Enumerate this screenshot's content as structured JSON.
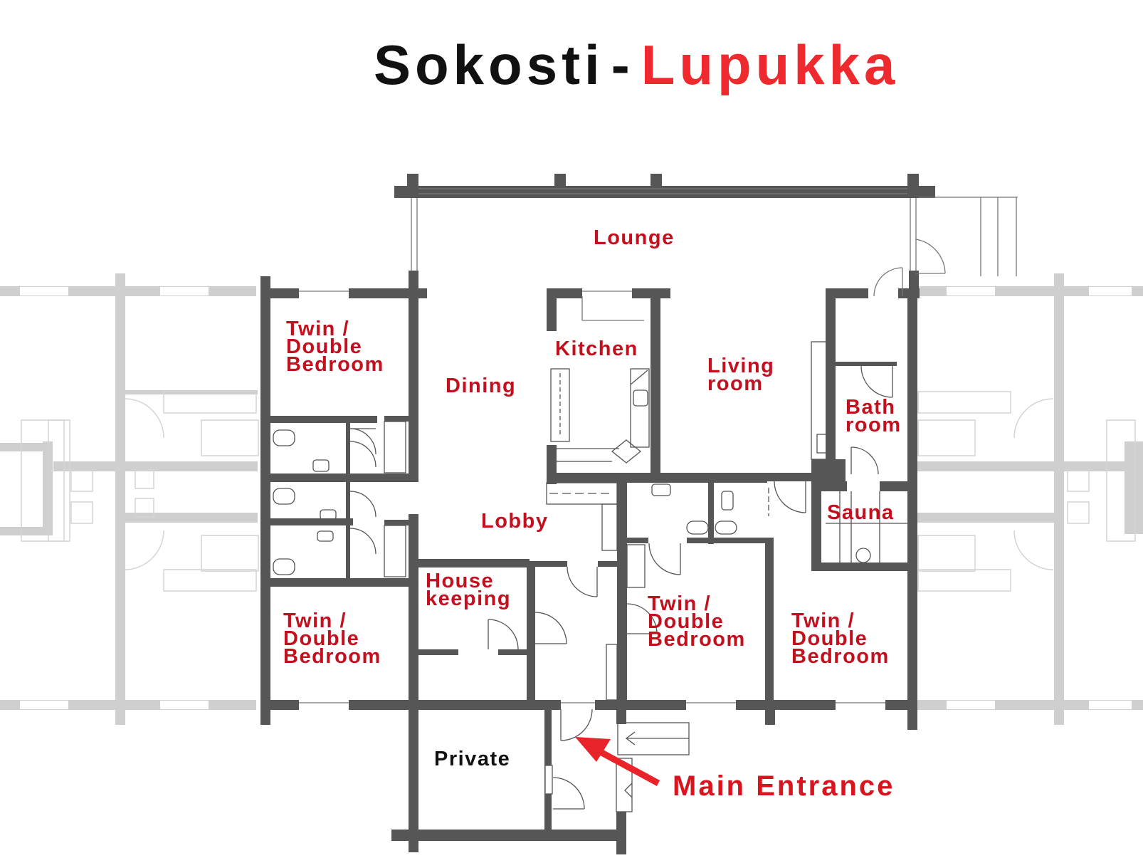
{
  "title": {
    "part1": "Sokosti",
    "separator": "-",
    "part2": "Lupukka",
    "part1_color": "#111111",
    "part2_color": "#ee2a2e"
  },
  "colors": {
    "label_red": "#c3101f",
    "wall_dark": "#555555",
    "wall_faded": "#cfcfcf",
    "arrow_red": "#e8242a"
  },
  "rooms": {
    "lounge": "Lounge",
    "kitchen": "Kitchen",
    "living_room": "Living\nroom",
    "dining": "Dining",
    "bedroom_nw": "Twin /\nDouble\nBedroom",
    "bathroom": "Bath\nroom",
    "sauna": "Sauna",
    "lobby": "Lobby",
    "housekeeping": "House\nkeeping",
    "bedroom_center": "Twin /\nDouble\nBedroom",
    "bedroom_east": "Twin /\nDouble\nBedroom",
    "bedroom_sw": "Twin /\nDouble\nBedroom",
    "private": "Private"
  },
  "annotation": {
    "main_entrance": "Main Entrance",
    "arrow_icon": "red-arrow"
  }
}
